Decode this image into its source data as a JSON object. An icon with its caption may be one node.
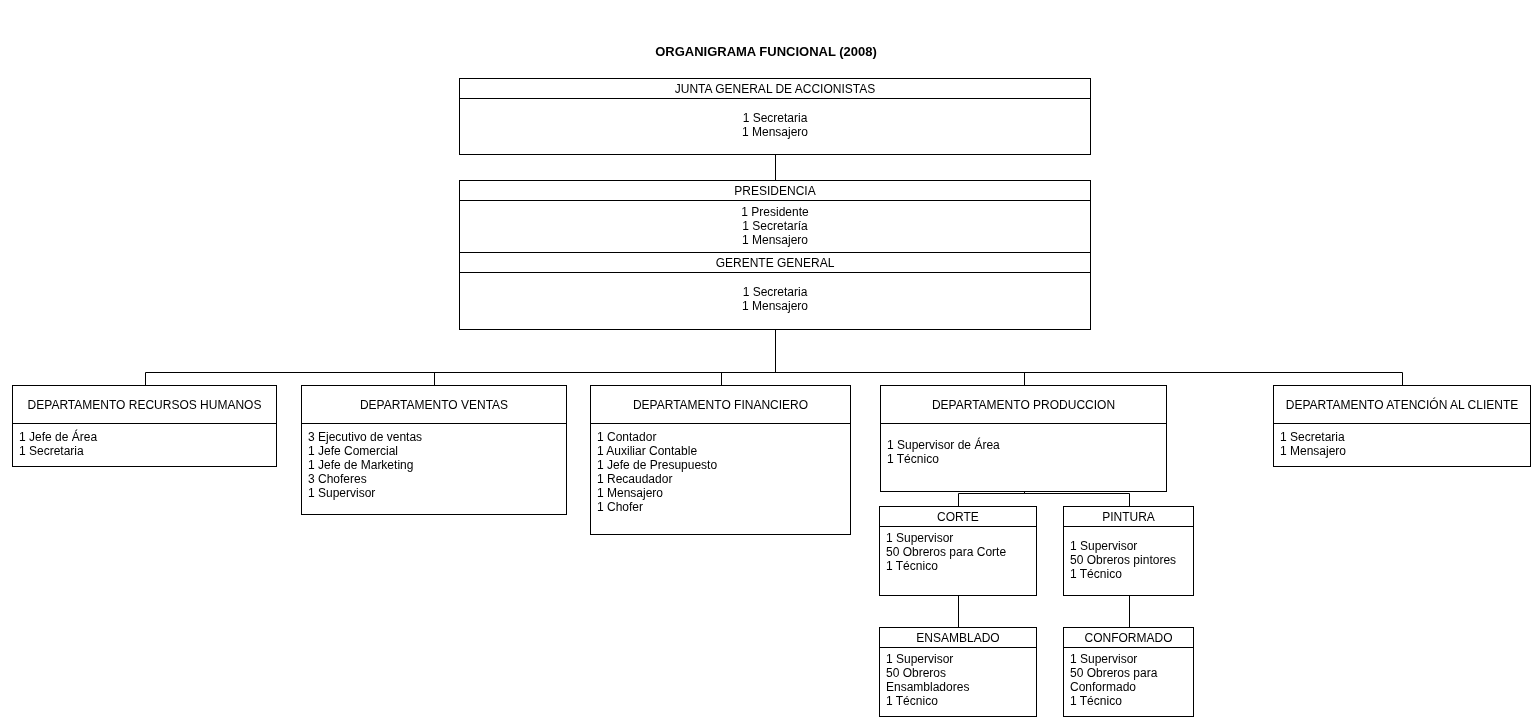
{
  "diagram": {
    "title": "ORGANIGRAMA FUNCIONAL (2008)",
    "nodes": [
      {
        "text": [
          "JUNTA GENERAL DE ACCIONISTAS",
          "1 Secretaria",
          "1 Mensajero"
        ]
      },
      {
        "text": [
          "PRESIDENCIA",
          "1 Presidente",
          "1 Secretaría",
          "1 Mensajero"
        ]
      },
      {
        "text": [
          "GERENTE GENERAL",
          "1 Secretaria",
          "1 Mensajero"
        ]
      },
      {
        "text": [
          "DEPARTAMENTO RECURSOS HUMANOS",
          "1 Jefe de Área",
          "1 Secretaria"
        ]
      },
      {
        "text": [
          "DEPARTAMENTO VENTAS",
          "3 Ejecutivo de ventas",
          "1 Jefe Comercial",
          "1 Jefe de Marketing",
          "3 Choferes",
          "1 Supervisor"
        ]
      },
      {
        "text": [
          "DEPARTAMENTO FINANCIERO",
          "1 Contador",
          "1 Auxiliar Contable",
          "1 Jefe de Presupuesto",
          "1 Recaudador",
          "1 Mensajero",
          "1 Chofer"
        ]
      },
      {
        "text": [
          "DEPARTAMENTO PRODUCCION",
          "1 Supervisor de Área",
          "1 Técnico"
        ]
      },
      {
        "text": [
          "DEPARTAMENTO  ATENCIÓN AL CLIENTE",
          "1 Secretaria",
          "1 Mensajero"
        ]
      },
      {
        "text": [
          "CORTE",
          "1 Supervisor",
          "50 Obreros para Corte",
          "1 Técnico"
        ]
      },
      {
        "text": [
          "PINTURA",
          "1 Supervisor",
          "50 Obreros pintores",
          "1 Técnico"
        ]
      },
      {
        "text": [
          "ENSAMBLADO",
          "1 Supervisor",
          "50 Obreros Ensambladores",
          "1 Técnico"
        ]
      },
      {
        "text": [
          "CONFORMADO",
          "1 Supervisor",
          "50 Obreros para Conformado",
          "1 Técnico"
        ]
      }
    ],
    "edges": [
      {
        "from": 0,
        "to": 1,
        "arrow": "none"
      },
      {
        "from": 2,
        "to": 3,
        "arrow": "none"
      },
      {
        "from": 2,
        "to": 4,
        "arrow": "none"
      },
      {
        "from": 2,
        "to": 5,
        "arrow": "none"
      },
      {
        "from": 2,
        "to": 6,
        "arrow": "none"
      },
      {
        "from": 2,
        "to": 7,
        "arrow": "none"
      },
      {
        "from": 6,
        "to": 8,
        "arrow": "none"
      },
      {
        "from": 6,
        "to": 9,
        "arrow": "none"
      },
      {
        "from": 8,
        "to": 10,
        "arrow": "none"
      },
      {
        "from": 9,
        "to": 11,
        "arrow": "none"
      }
    ]
  }
}
